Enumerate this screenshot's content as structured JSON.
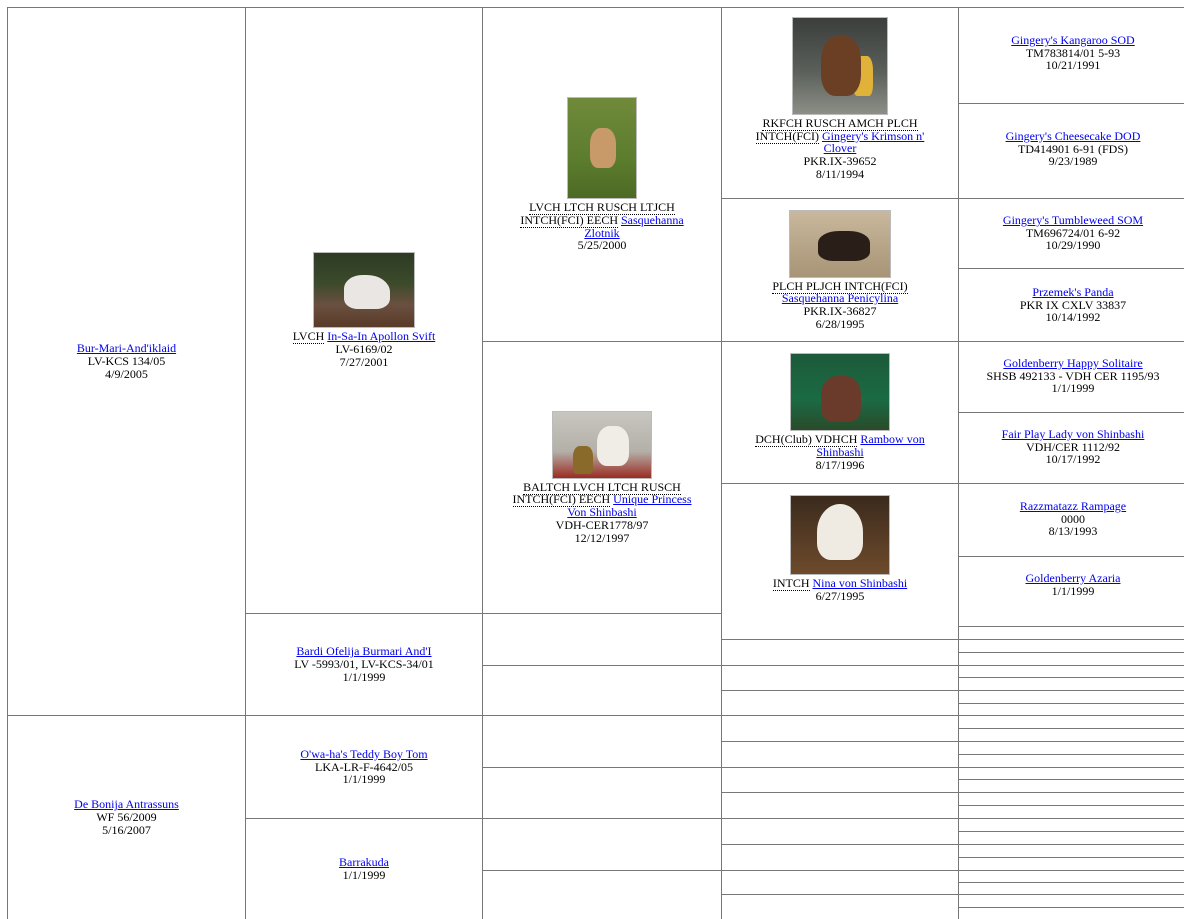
{
  "gen1": [
    {
      "name": "Bur-Mari-And'iklaid",
      "reg": "LV-KCS 134/05",
      "date": "4/9/2005"
    },
    {
      "name": "De Bonija Antrassuns",
      "reg": "WF 56/2009",
      "date": "5/16/2007"
    }
  ],
  "gen2": [
    {
      "title": "LVCH",
      "name": "In-Sa-In Apollon Svift",
      "reg": "LV-6169/02",
      "date": "7/27/2001",
      "photo": "white-dog-christmas-tree"
    },
    {
      "name": "Bardi Ofelija Burmari And'I",
      "reg": "LV -5993/01, LV-KCS-34/01",
      "date": "1/1/1999"
    },
    {
      "name": "O'wa-ha's Teddy Boy Tom",
      "reg": "LKA-LR-F-4642/05",
      "date": "1/1/1999"
    },
    {
      "name": "Barrakuda",
      "date": "1/1/1999"
    }
  ],
  "gen3": [
    {
      "title": "LVCH LTCH RUSCH LTJCH INTCH(FCI) EECH",
      "name": "Sasquehanna Zlotnik",
      "date": "5/25/2000",
      "photo": "dog-on-grass"
    },
    {
      "title": "BALTCH LVCH LTCH RUSCH INTCH(FCI) EECH",
      "name": "Unique Princess Von Shinbashi",
      "reg": "VDH-CER1778/97",
      "date": "12/12/1997",
      "photo": "dog-with-trophies"
    }
  ],
  "gen4": [
    {
      "title": "RKFCH RUSCH AMCH PLCH INTCH(FCI)",
      "name": "Gingery's Krimson n' Clover",
      "reg": "PKR.IX-39652",
      "date": "8/11/1994",
      "photo": "dog-with-trophy-cup"
    },
    {
      "title": "PLCH PLJCH INTCH(FCI)",
      "name": "Sasquehanna Penicylina",
      "reg": "PKR.IX-36827",
      "date": "6/28/1995",
      "photo": "dark-dog-standing"
    },
    {
      "title": "DCH(Club) VDHCH",
      "name": "Rambow von Shinbashi",
      "date": "8/17/1996",
      "photo": "dog-show-ring"
    },
    {
      "title": "INTCH",
      "name": "Nina von Shinbashi",
      "date": "6/27/1995",
      "photo": "crested-dog-sitting"
    }
  ],
  "gen5": [
    {
      "name": "Gingery's Kangaroo SOD",
      "reg": "TM783814/01 5-93",
      "date": "10/21/1991"
    },
    {
      "name": "Gingery's Cheesecake DOD",
      "reg": "TD414901 6-91 (FDS)",
      "date": "9/23/1989"
    },
    {
      "name": "Gingery's Tumbleweed SOM",
      "reg": "TM696724/01 6-92",
      "date": "10/29/1990"
    },
    {
      "name": "Przemek's Panda",
      "reg": "PKR IX CXLV 33837",
      "date": "10/14/1992"
    },
    {
      "name": "Goldenberry Happy Solitaire",
      "reg": "SHSB 492133 - VDH CER 1195/93",
      "date": "1/1/1999"
    },
    {
      "name": "Fair Play Lady von Shinbashi",
      "reg": "VDH/CER 1112/92",
      "date": "10/17/1992"
    },
    {
      "name": "Razzmatazz Rampage",
      "reg": "0000",
      "date": "8/13/1993"
    },
    {
      "name": "Goldenberry Azaria",
      "date": "1/1/1999"
    }
  ]
}
